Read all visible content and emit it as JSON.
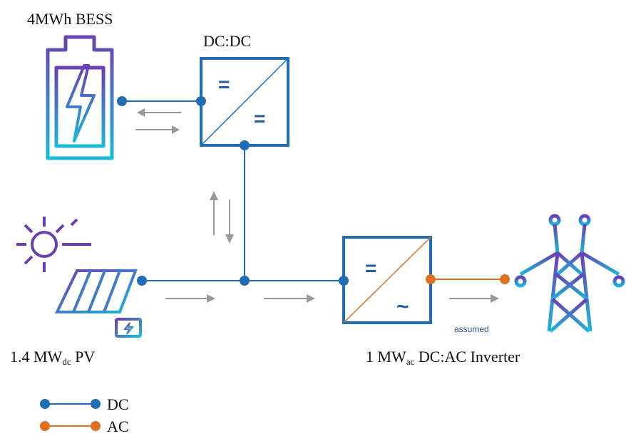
{
  "labels": {
    "bess": "4MWh BESS",
    "dcdc": "DC:DC",
    "pv_main": "1.4 MW",
    "pv_sub": "dc",
    "pv_tail": " PV",
    "inv_main": "1 MW",
    "inv_sub": "ac",
    "inv_tail": " DC:AC Inverter",
    "assumed": "assumed"
  },
  "symbols": {
    "dc": "=",
    "ac": "~"
  },
  "legend": {
    "dc_label": "DC",
    "ac_label": "AC"
  },
  "colors": {
    "dc_line": "#1f6db5",
    "ac_line": "#e07020",
    "arrow": "#999999",
    "icon_gradient_top": "#6a3fb5",
    "icon_gradient_bottom": "#19b8d8"
  },
  "icons": [
    "battery-icon",
    "sun-icon",
    "solar-panel-icon",
    "transmission-tower-icon"
  ]
}
